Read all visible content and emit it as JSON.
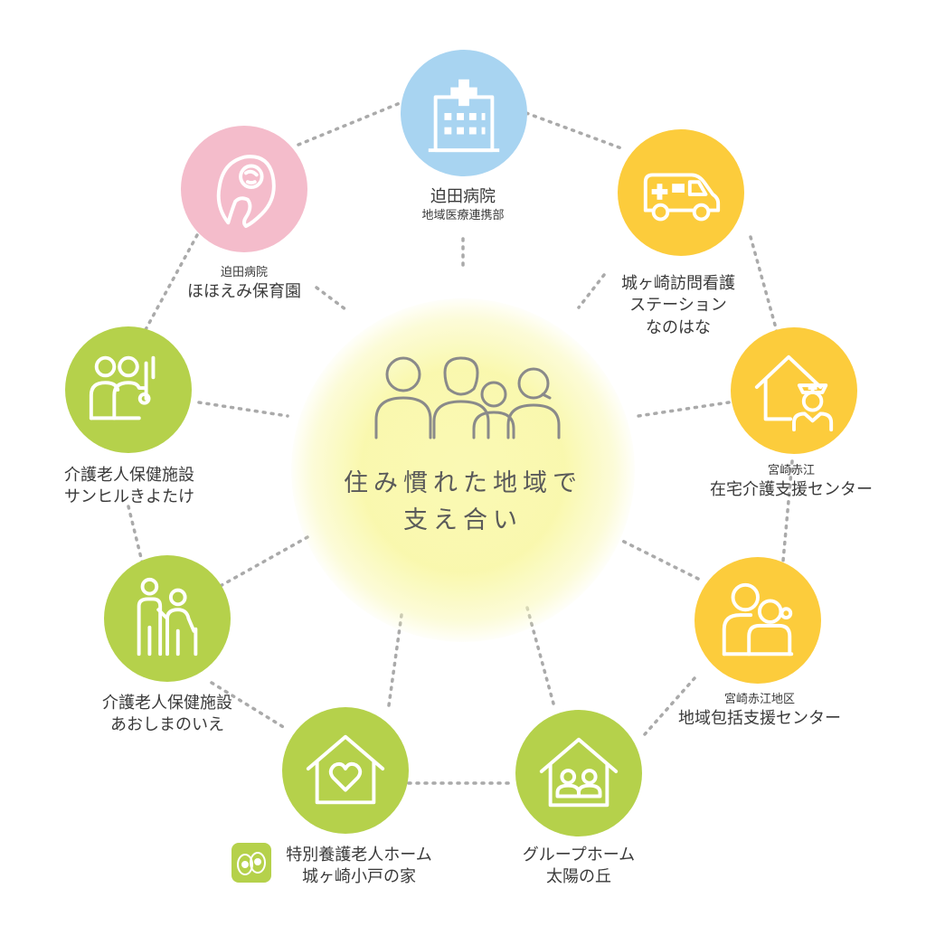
{
  "center": {
    "line1": "住み慣れた地域で",
    "line2": "支え合い",
    "icon": "family-group-icon"
  },
  "colors": {
    "blue": "#a8d4f1",
    "pink": "#f4bccb",
    "yellow": "#fccc3c",
    "green": "#b5d14b",
    "dotted_line": "#aaaaaa",
    "glow": "#f9f8b0"
  },
  "nodes": [
    {
      "id": "hospital",
      "icon": "hospital-building-icon",
      "color": "blue",
      "sub": "",
      "main": "迫田病院",
      "sub2": "地域医療連携部"
    },
    {
      "id": "visiting-nurse",
      "icon": "ambulance-icon",
      "color": "yellow",
      "sub": "",
      "main": "城ヶ崎訪問看護",
      "main2": "ステーション",
      "main3": "なのはな"
    },
    {
      "id": "home-care-support",
      "icon": "nurse-house-icon",
      "color": "yellow",
      "sub": "宮崎赤江",
      "main": "在宅介護支援センター"
    },
    {
      "id": "community-support",
      "icon": "elderly-care-couple-icon",
      "color": "yellow",
      "sub": "宮崎赤江地区",
      "main": "地域包括支援センター"
    },
    {
      "id": "group-home",
      "icon": "group-home-icon",
      "color": "green",
      "sub": "",
      "main": "グループホーム",
      "main2": "太陽の丘"
    },
    {
      "id": "nursing-home",
      "icon": "heart-house-icon",
      "color": "green",
      "sub": "",
      "main": "特別養護老人ホーム",
      "main2": "城ヶ崎小戸の家"
    },
    {
      "id": "aoshima",
      "icon": "walking-assist-icon",
      "color": "green",
      "sub": "",
      "main": "介護老人保健施設",
      "main2": "あおしまのいえ"
    },
    {
      "id": "sanhiru",
      "icon": "rehab-people-icon",
      "color": "green",
      "sub": "",
      "main": "介護老人保健施設",
      "main2": "サンヒルきよたけ"
    },
    {
      "id": "nursery",
      "icon": "baby-icon",
      "color": "pink",
      "sub": "迫田病院",
      "main": "ほほえみ保育園"
    }
  ]
}
